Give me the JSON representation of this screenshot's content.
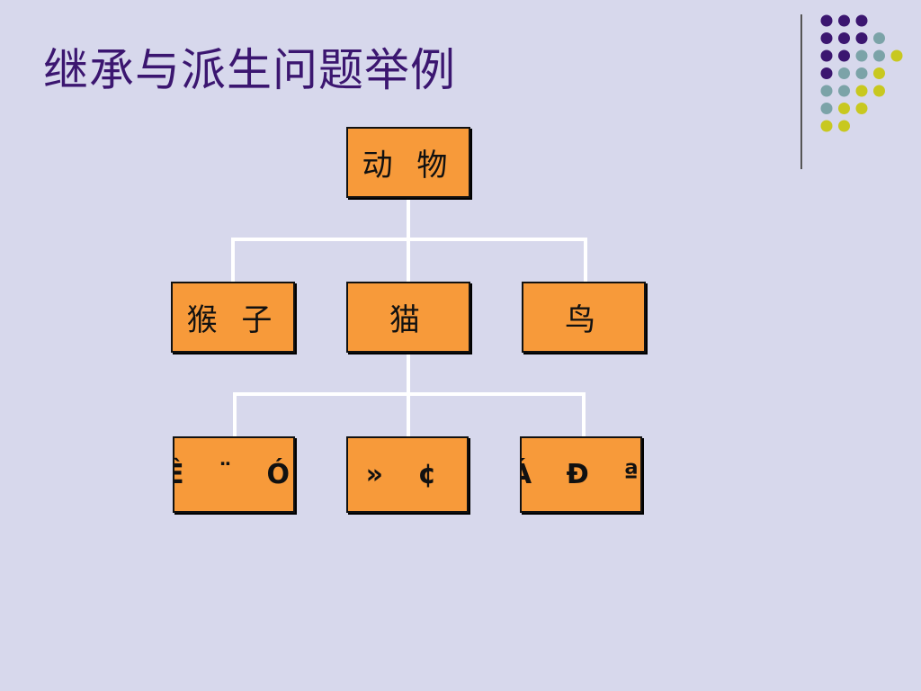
{
  "title": "继承与派生问题举例",
  "diagram": {
    "root": {
      "label": "动 物"
    },
    "level1": [
      {
        "label": "猴 子"
      },
      {
        "label": "猫"
      },
      {
        "label": "鸟"
      }
    ],
    "level2": [
      {
        "label": "Ê ¨ Ó"
      },
      {
        "label": "» ¢"
      },
      {
        "label": "Á Ð ª"
      }
    ]
  },
  "colors": {
    "background": "#d7d8ec",
    "title": "#3b1670",
    "node_fill": "#f79a3a",
    "connector": "#ffffff",
    "dot_purple": "#3b1670",
    "dot_teal": "#7ba3a8",
    "dot_yellow": "#c8c820"
  }
}
